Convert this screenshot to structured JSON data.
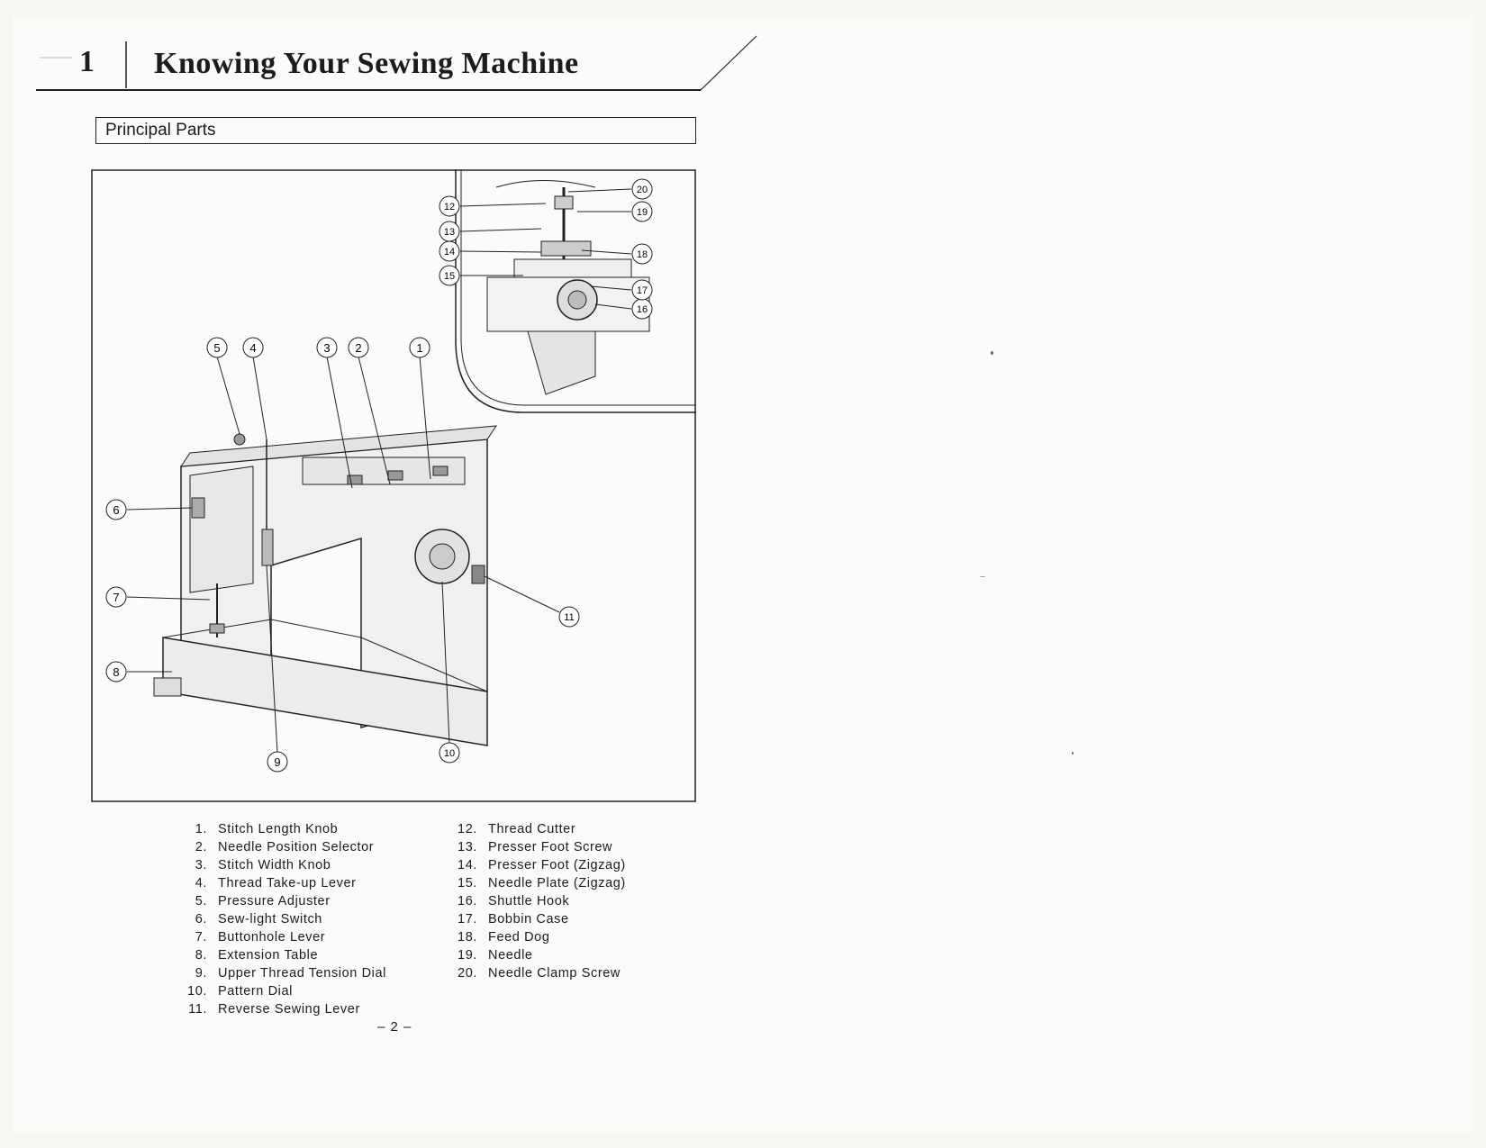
{
  "header": {
    "chapter_number": "1",
    "chapter_title": "Knowing Your Sewing Machine"
  },
  "section": {
    "title": "Principal Parts"
  },
  "diagram": {
    "callout_numbers": [
      "①",
      "②",
      "③",
      "④",
      "⑤",
      "⑥",
      "⑦",
      "⑧",
      "⑨",
      "⑩",
      "⑪",
      "⑫",
      "⑬",
      "⑭",
      "⑮",
      "⑯",
      "⑰",
      "⑱",
      "⑲",
      "⑳"
    ]
  },
  "parts_left": [
    {
      "num": "1.",
      "label": "Stitch Length Knob"
    },
    {
      "num": "2.",
      "label": "Needle Position Selector"
    },
    {
      "num": "3.",
      "label": "Stitch Width Knob"
    },
    {
      "num": "4.",
      "label": "Thread Take-up Lever"
    },
    {
      "num": "5.",
      "label": "Pressure Adjuster"
    },
    {
      "num": "6.",
      "label": "Sew-light Switch"
    },
    {
      "num": "7.",
      "label": "Buttonhole Lever"
    },
    {
      "num": "8.",
      "label": "Extension Table"
    },
    {
      "num": "9.",
      "label": "Upper Thread Tension Dial"
    },
    {
      "num": "10.",
      "label": "Pattern Dial"
    },
    {
      "num": "11.",
      "label": "Reverse Sewing Lever"
    }
  ],
  "parts_right": [
    {
      "num": "12.",
      "label": "Thread Cutter"
    },
    {
      "num": "13.",
      "label": "Presser Foot Screw"
    },
    {
      "num": "14.",
      "label": "Presser Foot (Zigzag)"
    },
    {
      "num": "15.",
      "label": "Needle Plate (Zigzag)"
    },
    {
      "num": "16.",
      "label": "Shuttle Hook"
    },
    {
      "num": "17.",
      "label": "Bobbin Case"
    },
    {
      "num": "18.",
      "label": "Feed Dog"
    },
    {
      "num": "19.",
      "label": "Needle"
    },
    {
      "num": "20.",
      "label": "Needle Clamp Screw"
    }
  ],
  "footer": {
    "page_number": "– 2 –"
  }
}
